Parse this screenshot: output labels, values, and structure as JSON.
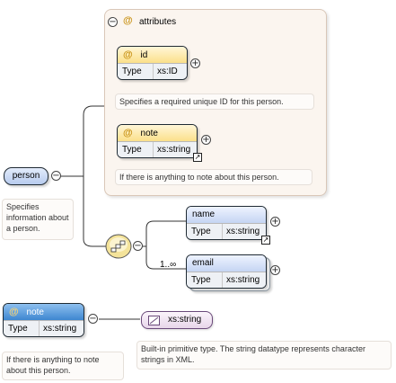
{
  "colors": {
    "attribute_header": "#fbe08a",
    "element_header": "#c5d5f3",
    "note_header": "#3e86d0",
    "attribute_at": "#c99215",
    "group_background": "#fbf5ef"
  },
  "icons": {
    "collapse": "minus-circle-icon",
    "expand": "plus-circle-icon",
    "attribute": "at-sign-icon",
    "sequence": "sequence-compositor-icon",
    "reference": "reference-arrow-icon",
    "simple_type": "primitive-type-icon"
  },
  "attributes_group": {
    "label": "attributes",
    "id_attr": {
      "name": "id",
      "type_key": "Type",
      "type_value": "xs:ID",
      "doc": "Specifies a required unique ID for this person."
    },
    "note_attr": {
      "name": "note",
      "type_key": "Type",
      "type_value": "xs:string",
      "doc": "If there is anything to note about this person."
    }
  },
  "person": {
    "name": "person",
    "doc": "Specifies information about a person."
  },
  "children": {
    "name_elem": {
      "name": "name",
      "type_key": "Type",
      "type_value": "xs:string"
    },
    "email_elem": {
      "name": "email",
      "type_key": "Type",
      "type_value": "xs:string",
      "cardinality": "1..∞"
    }
  },
  "note_attribute": {
    "name": "note",
    "type_key": "Type",
    "type_value": "xs:string",
    "doc": "If there is anything to note about this person."
  },
  "primitive_type": {
    "name": "xs:string",
    "doc": "Built-in primitive type. The string datatype represents character strings in XML."
  }
}
